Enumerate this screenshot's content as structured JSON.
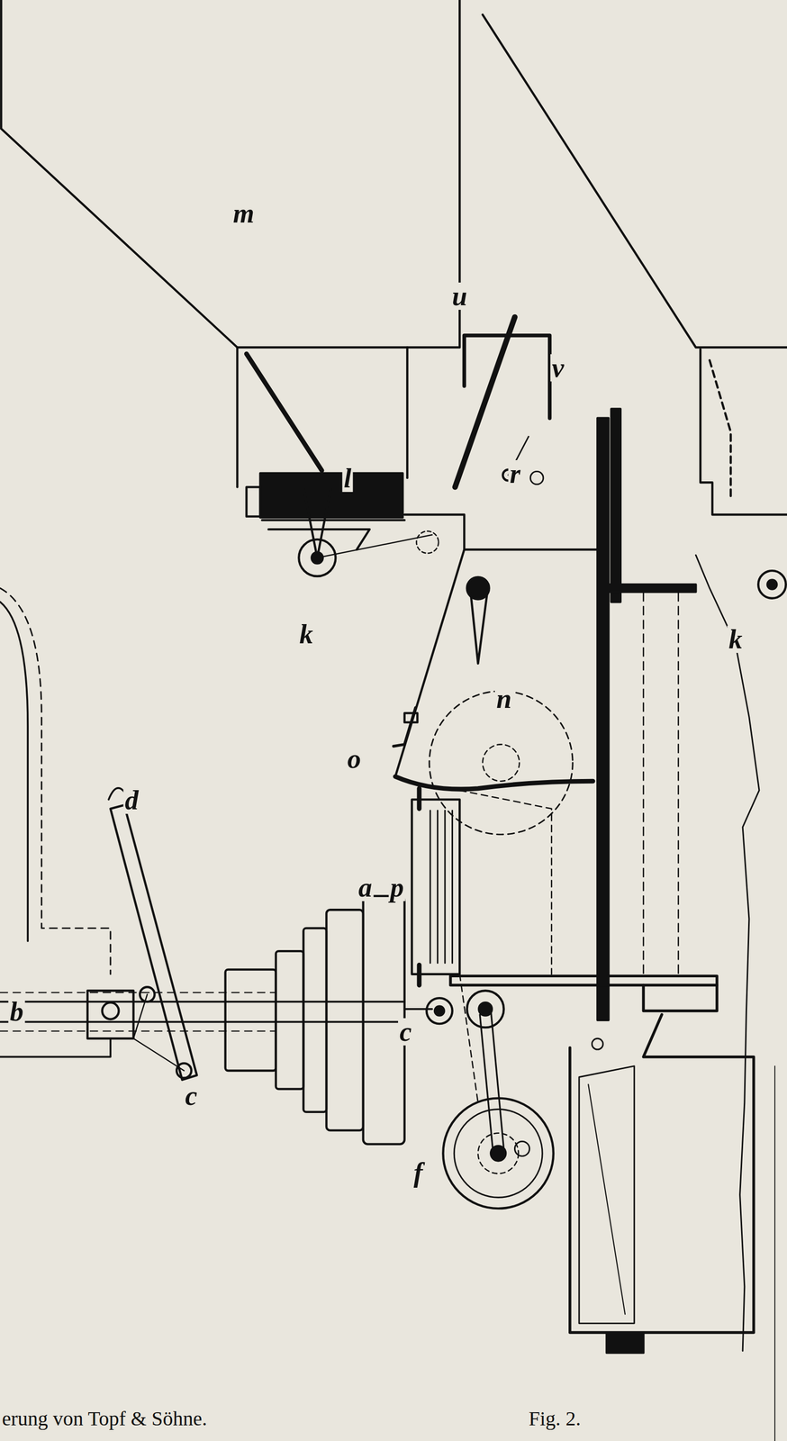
{
  "diagram": {
    "caption": "Fig. 2.",
    "labels": [
      "m",
      "u",
      "v",
      "l",
      "r",
      "k",
      "k",
      "n",
      "o",
      "d",
      "a",
      "p",
      "b",
      "c",
      "c",
      "f",
      "erung von Topf & Söhne."
    ]
  }
}
